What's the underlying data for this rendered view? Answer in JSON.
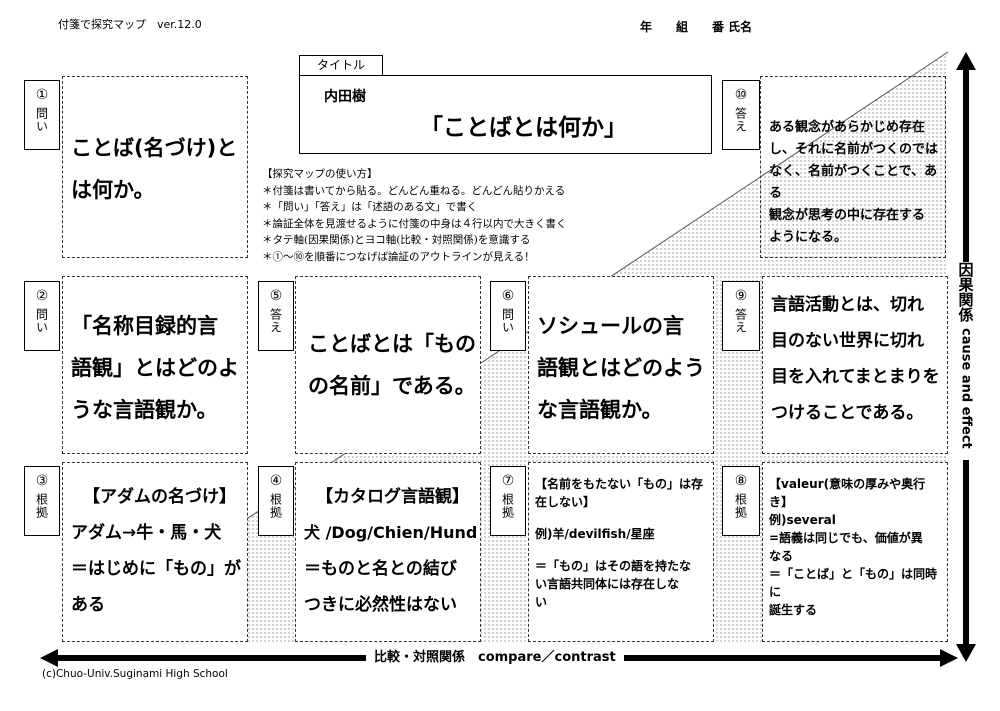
{
  "header": {
    "app_title": "付箋で探究マップ　ver.12.0",
    "student_fields": "年　　組　　番 氏名"
  },
  "title_box": {
    "tab_label": "タイトル",
    "author": "内田樹",
    "title": "「ことばとは何か」"
  },
  "instructions": [
    "【探究マップの使い方】",
    "＊付箋は書いてから貼る。どんどん重ねる。どんどん貼りかえる",
    "＊「問い」「答え」は「述語のある文」で書く",
    "＊論証全体を見渡せるように付箋の中身は４行以内で大きく書く",
    "＊タテ軸(因果関係)とヨコ軸(比較・対照関係)を意識する",
    "＊①～⑩を順番につなげば論証のアウトラインが見える！"
  ],
  "cards": {
    "c1": {
      "num": "①",
      "label": "問い",
      "lines": [
        "ことば(名づけ)と",
        "は何か。"
      ]
    },
    "c2": {
      "num": "②",
      "label": "問い",
      "lines": [
        "「名称目録的言",
        "語観」とはどのよ",
        "うな言語観か。"
      ]
    },
    "c3": {
      "num": "③",
      "label": "根拠",
      "lines": [
        "【アダムの名づけ】",
        "アダム→牛・馬・犬",
        "＝はじめに「もの」が",
        "ある"
      ]
    },
    "c4": {
      "num": "④",
      "label": "根拠",
      "lines": [
        "【カタログ言語観】",
        "犬 /Dog/Chien/Hund",
        "＝ものと名との結び",
        "つきに必然性はない"
      ]
    },
    "c5": {
      "num": "⑤",
      "label": "答え",
      "lines": [
        "ことばとは「もの",
        "の名前」である。"
      ]
    },
    "c6": {
      "num": "⑥",
      "label": "問い",
      "lines": [
        "ソシュールの言",
        "語観とはどのよう",
        "な言語観か。"
      ]
    },
    "c7": {
      "num": "⑦",
      "label": "根拠",
      "lines": [
        "【名前をもたない「もの」は存",
        "在しない】",
        "",
        "例)羊/devilfish/星座",
        "",
        "＝「もの」はその語を持たな",
        "い言語共同体には存在しな",
        "い"
      ]
    },
    "c8": {
      "num": "⑧",
      "label": "根拠",
      "lines": [
        "【valeur(意味の厚みや奥行",
        "き】",
        "例)several",
        "=語義は同じでも、価値が異",
        "なる",
        "＝「ことば」と「もの」は同時に",
        "誕生する"
      ]
    },
    "c9": {
      "num": "⑨",
      "label": "答え",
      "lines": [
        "言語活動とは、切れ",
        "目のない世界に切れ",
        "目を入れてまとまりを",
        "つけることである。"
      ]
    },
    "c10": {
      "num": "⑩",
      "label": "答え",
      "lines": [
        "ある観念があらかじめ存在",
        "し、それに名前がつくのでは",
        "なく、名前がつくことで、ある",
        "観念が思考の中に存在する",
        "ようになる。"
      ]
    }
  },
  "axes": {
    "vertical_label_jp": "因果関係",
    "vertical_label_en": "cause and effect",
    "horizontal_label": "比較・対照関係　compare／contrast"
  },
  "footer": {
    "copyright": "(c)Chuo-Univ.Suginami High School"
  }
}
